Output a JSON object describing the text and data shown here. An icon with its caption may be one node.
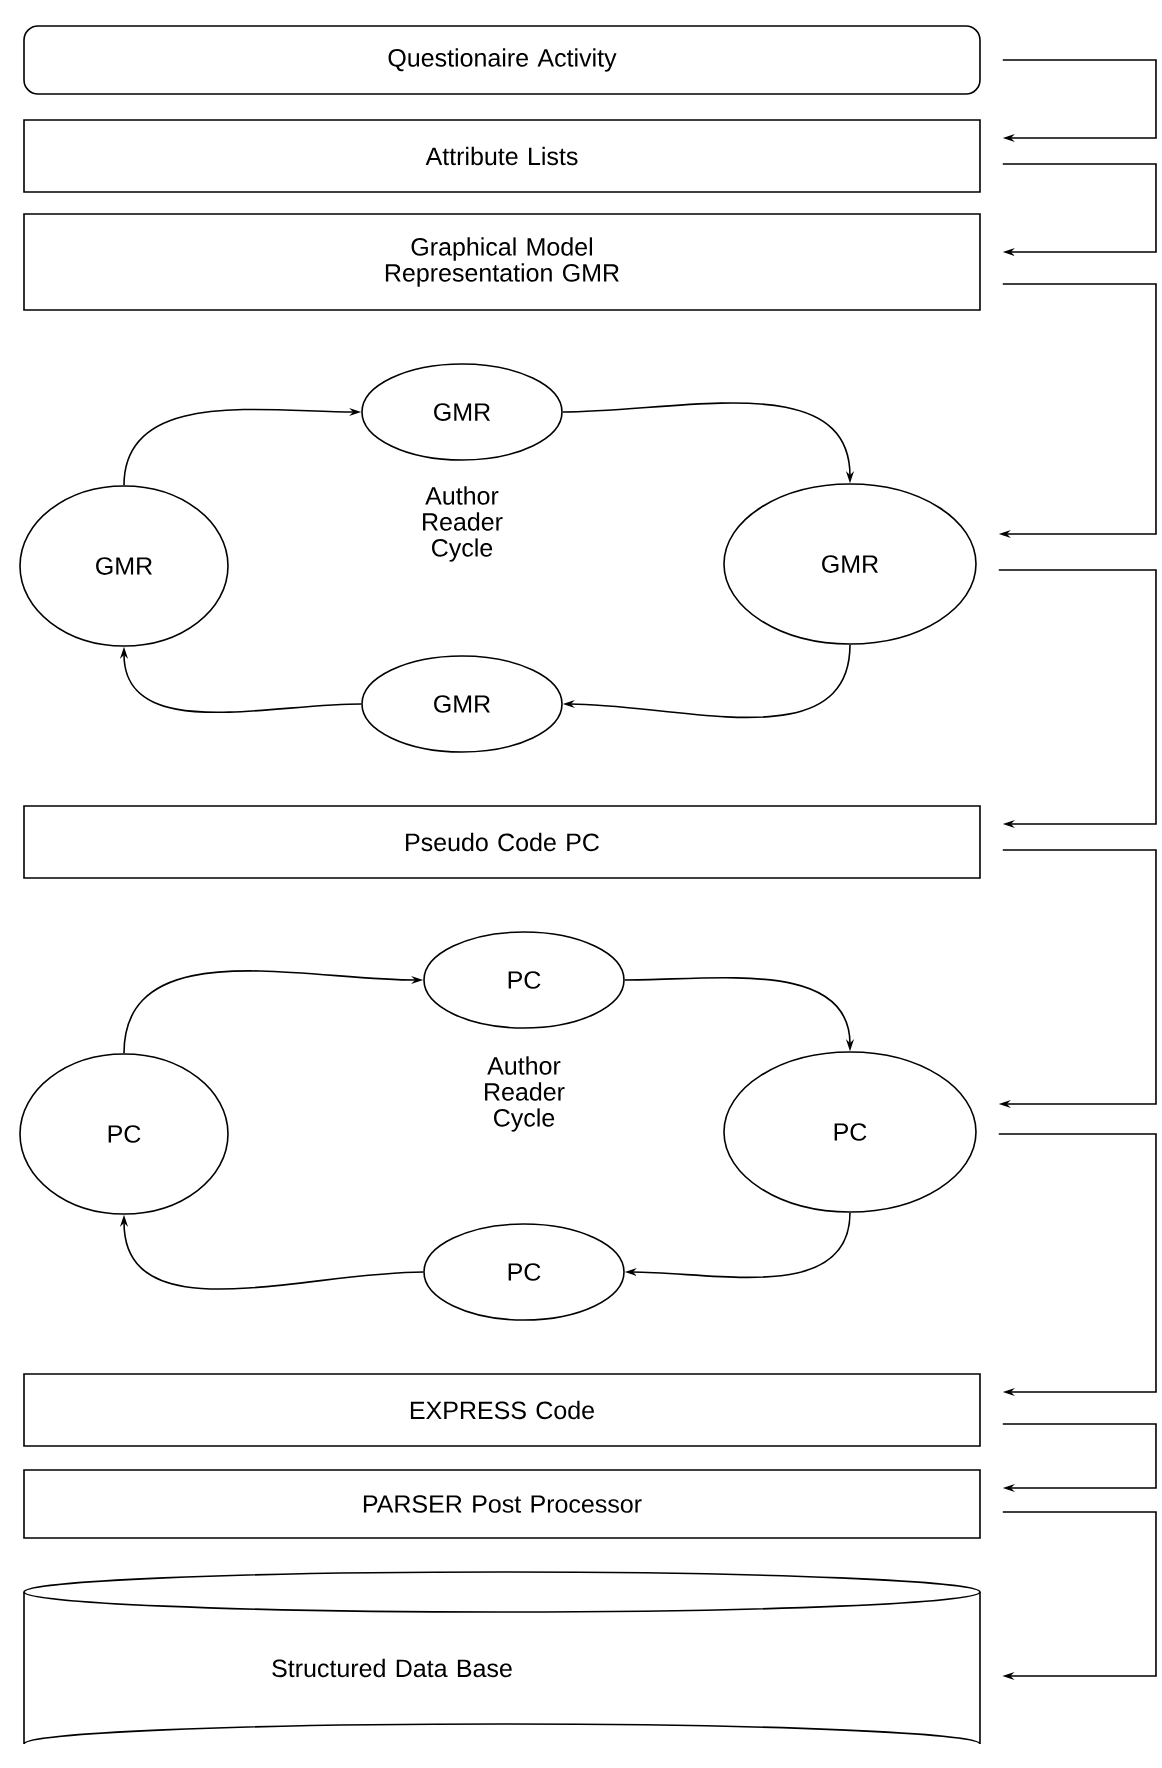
{
  "diagram": {
    "nodes": [
      {
        "text": [
          "Questionaire Activity"
        ]
      },
      {
        "text": [
          "Attribute Lists"
        ]
      },
      {
        "text": [
          "Graphical Model Representation GMR"
        ]
      },
      {
        "text": [
          "GMR"
        ]
      },
      {
        "text": [
          "GMR"
        ]
      },
      {
        "text": [
          "GMR"
        ]
      },
      {
        "text": [
          "GMR"
        ]
      },
      {
        "text": [
          "Pseudo Code PC"
        ]
      },
      {
        "text": [
          "PC"
        ]
      },
      {
        "text": [
          "PC"
        ]
      },
      {
        "text": [
          "PC"
        ]
      },
      {
        "text": [
          "PC"
        ]
      },
      {
        "text": [
          "EXPRESS Code"
        ]
      },
      {
        "text": [
          "PARSER Post Processor"
        ]
      },
      {
        "text": [
          "Structured Data Base"
        ]
      }
    ],
    "edges": [
      {
        "from": 0,
        "to": 1,
        "arrow": "to"
      },
      {
        "from": 1,
        "to": 2,
        "arrow": "to"
      },
      {
        "from": 2,
        "to": 5,
        "arrow": "to"
      },
      {
        "from": 3,
        "to": 5,
        "arrow": "to"
      },
      {
        "from": 5,
        "to": 6,
        "arrow": "to"
      },
      {
        "from": 6,
        "to": 4,
        "arrow": "to"
      },
      {
        "from": 4,
        "to": 3,
        "arrow": "to"
      },
      {
        "from": 5,
        "to": 7,
        "arrow": "to"
      },
      {
        "from": 7,
        "to": 10,
        "arrow": "to"
      },
      {
        "from": 8,
        "to": 10,
        "arrow": "to"
      },
      {
        "from": 10,
        "to": 11,
        "arrow": "to"
      },
      {
        "from": 11,
        "to": 9,
        "arrow": "to"
      },
      {
        "from": 9,
        "to": 8,
        "arrow": "to"
      },
      {
        "from": 10,
        "to": 12,
        "arrow": "to"
      },
      {
        "from": 12,
        "to": 13,
        "arrow": "to"
      },
      {
        "from": 13,
        "to": 14,
        "arrow": "to"
      }
    ],
    "labels": [
      "Author Reader Cycle",
      "Author Reader Cycle"
    ]
  }
}
